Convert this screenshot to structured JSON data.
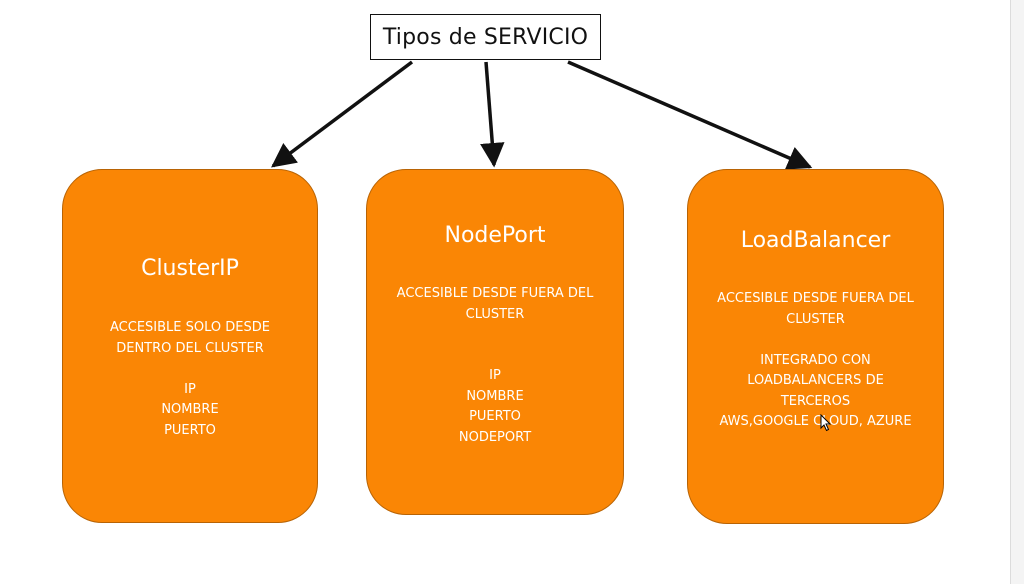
{
  "title": "Tipos de SERVICIO",
  "boxes": [
    {
      "title": "ClusterIP",
      "description": [
        "ACCESIBLE SOLO DESDE",
        "DENTRO DEL CLUSTER"
      ],
      "fields": [
        "IP",
        "NOMBRE",
        "PUERTO"
      ]
    },
    {
      "title": "NodePort",
      "description": [
        "ACCESIBLE DESDE FUERA DEL",
        "CLUSTER"
      ],
      "fields": [
        "IP",
        "NOMBRE",
        "PUERTO",
        "NODEPORT"
      ]
    },
    {
      "title": "LoadBalancer",
      "description": [
        "ACCESIBLE DESDE FUERA DEL",
        "CLUSTER"
      ],
      "extra": [
        "INTEGRADO CON",
        "LOADBALANCERS DE",
        "TERCEROS",
        "AWS,GOOGLE CLOUD, AZURE"
      ]
    }
  ],
  "colors": {
    "box_fill": "#fa8605",
    "box_border": "#b86304",
    "box_text": "#ffffff",
    "arrow": "#111111"
  }
}
